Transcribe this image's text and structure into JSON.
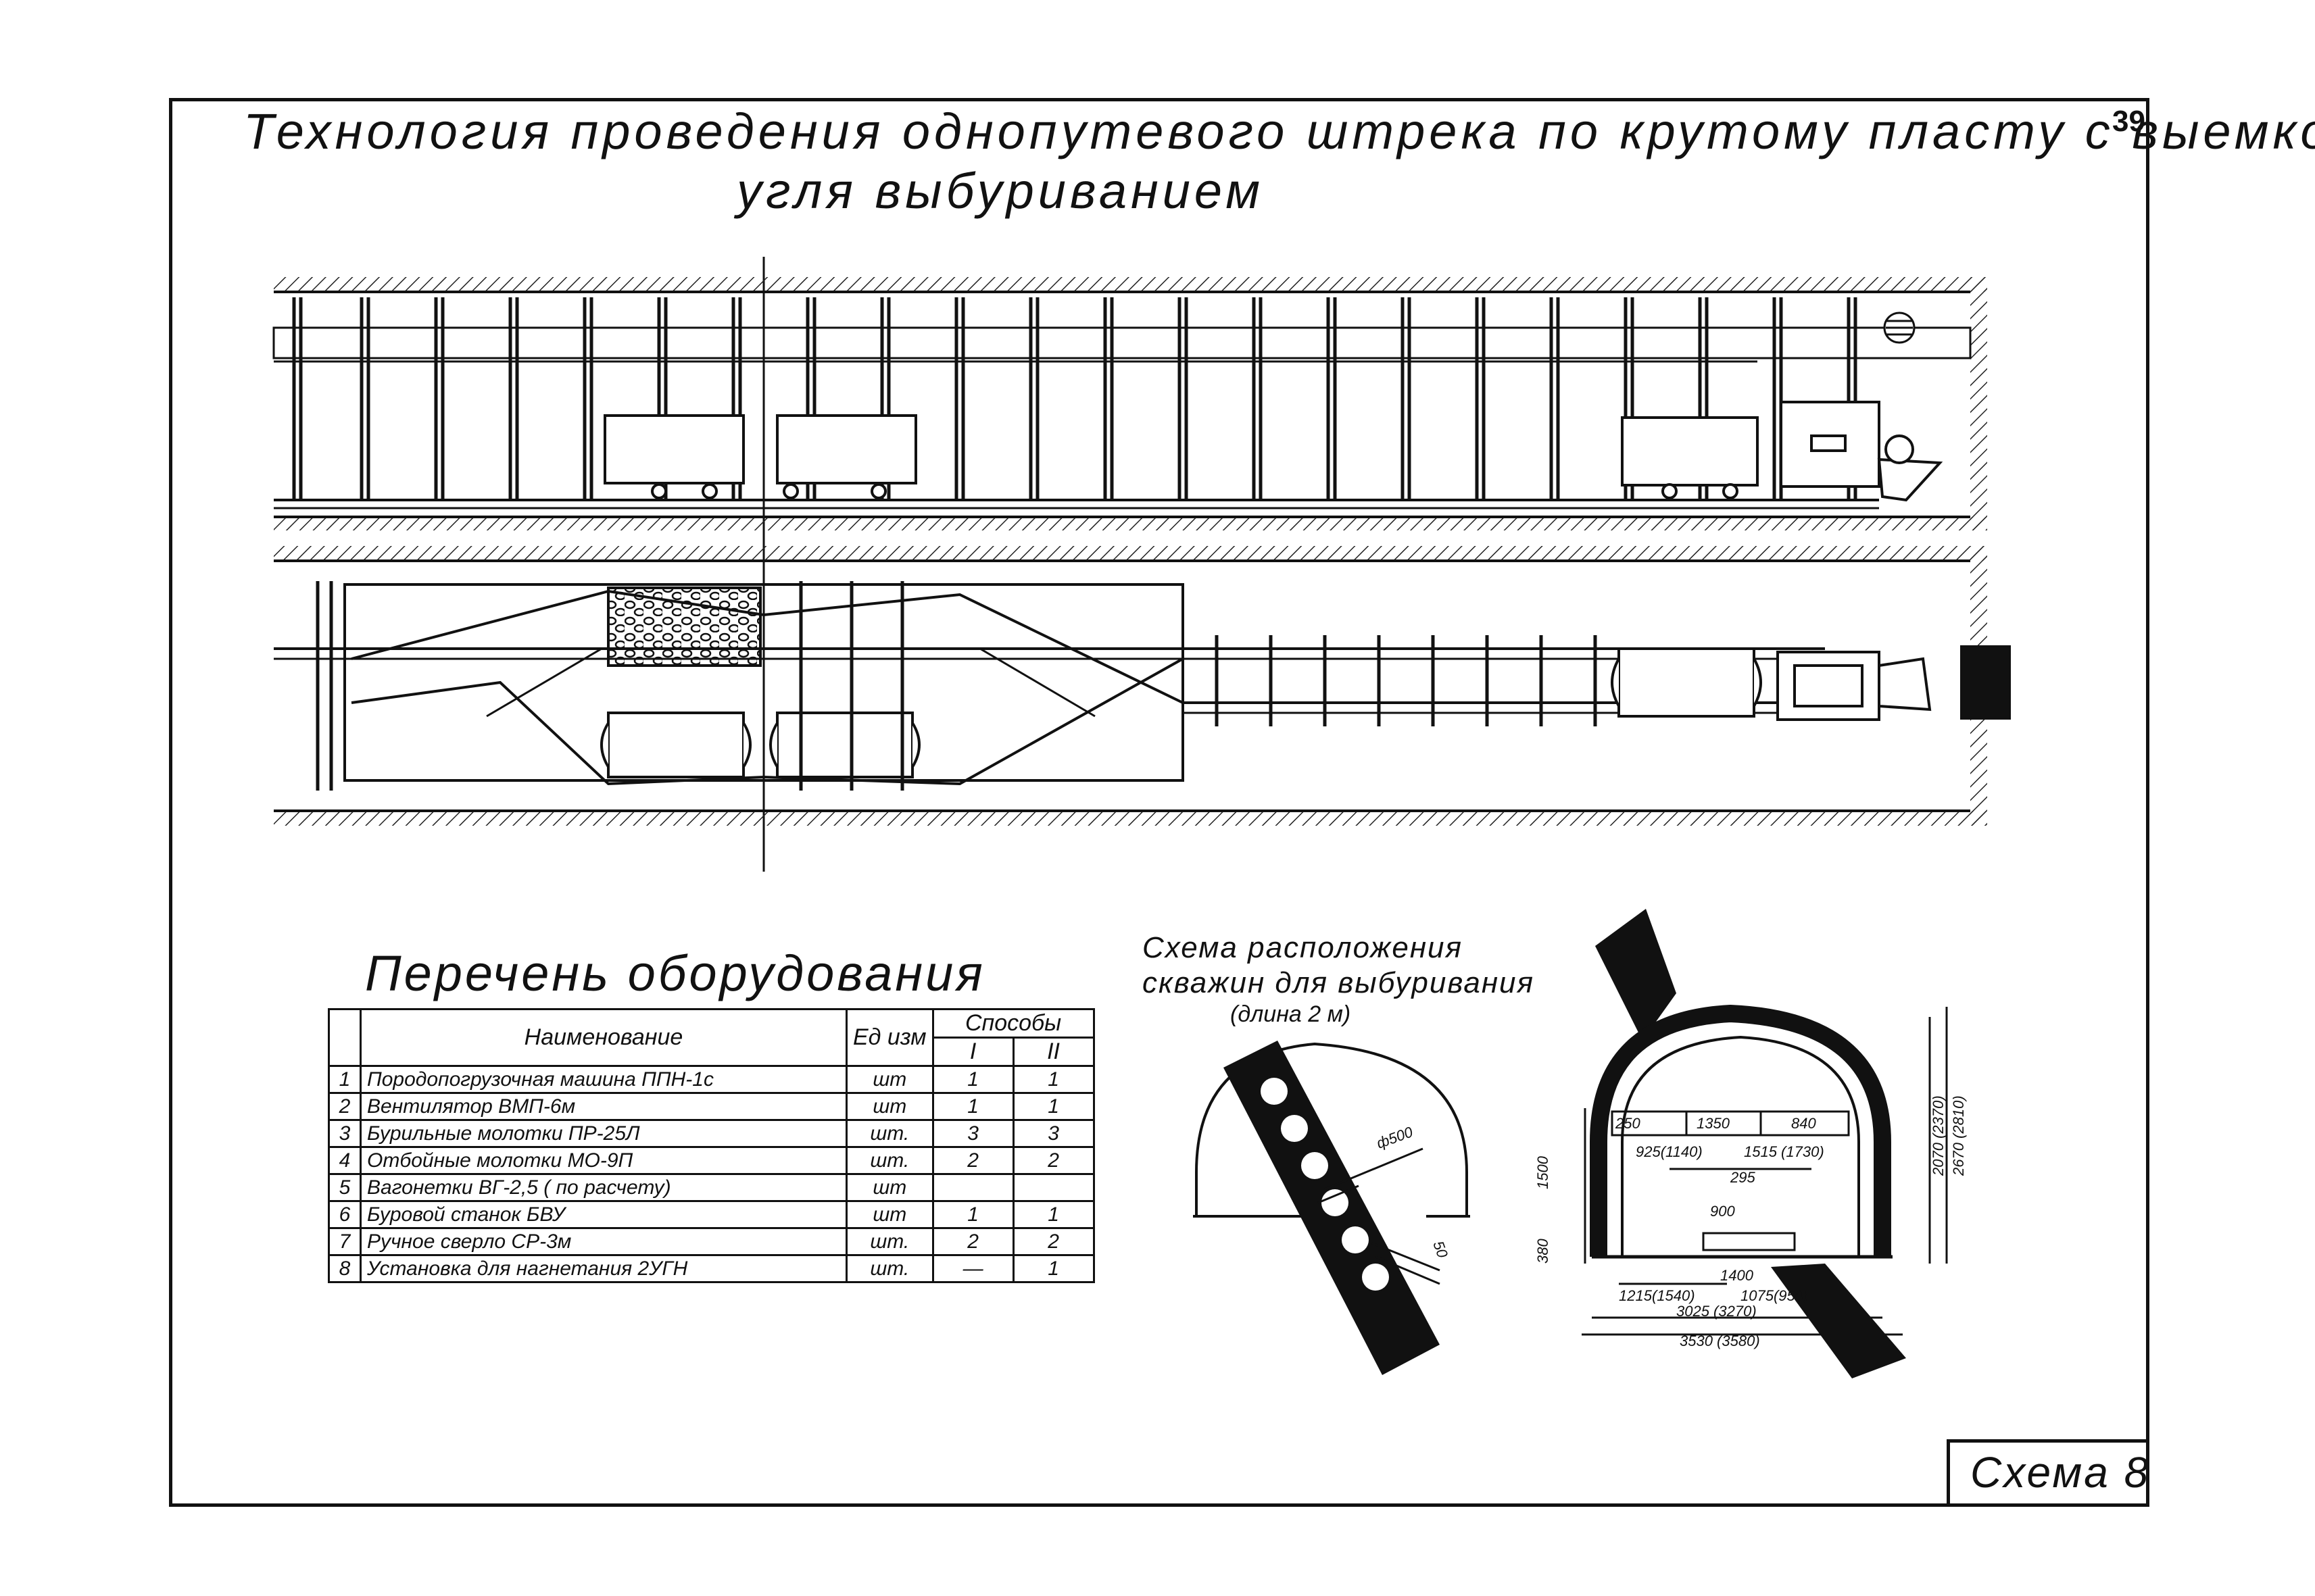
{
  "header": {
    "title_line1": "Технология проведения однопутевого штрека по крутому пласту с выемкой",
    "title_line2": "угля выбуриванием",
    "page_number": "39"
  },
  "equipment": {
    "title": "Перечень оборудования",
    "col_name": "Наименование",
    "col_unit": "Ед изм",
    "col_methods": "Способы",
    "col_m1": "I",
    "col_m2": "II",
    "rows": [
      {
        "n": "1",
        "name": "Породопогрузочная машина ППН-1с",
        "unit": "шт",
        "m1": "1",
        "m2": "1"
      },
      {
        "n": "2",
        "name": "Вентилятор ВМП-6м",
        "unit": "шт",
        "m1": "1",
        "m2": "1"
      },
      {
        "n": "3",
        "name": "Бурильные молотки ПР-25Л",
        "unit": "шт.",
        "m1": "3",
        "m2": "3"
      },
      {
        "n": "4",
        "name": "Отбойные молотки МО-9П",
        "unit": "шт.",
        "m1": "2",
        "m2": "2"
      },
      {
        "n": "5",
        "name": "Вагонетки ВГ-2,5 ( по расчету)",
        "unit": "шт",
        "m1": "",
        "m2": ""
      },
      {
        "n": "6",
        "name": "Буровой станок БВУ",
        "unit": "шт",
        "m1": "1",
        "m2": "1"
      },
      {
        "n": "7",
        "name": "Ручное сверло СР-3м",
        "unit": "шт.",
        "m1": "2",
        "m2": "2"
      },
      {
        "n": "8",
        "name": "Установка для нагнетания 2УГН",
        "unit": "шт.",
        "m1": "—",
        "m2": "1"
      }
    ]
  },
  "borehole_scheme": {
    "caption_line1": "Схема расположения",
    "caption_line2": "скважин для выбуривания",
    "caption_line3": "(длина 2 м)",
    "dim_diameter": "ф500",
    "dim_gap": "50"
  },
  "cross_section": {
    "d_250": "250",
    "d_1350": "1350",
    "d_840": "840",
    "d_925": "925(1140)",
    "d_1515": "1515 (1730)",
    "d_295": "295",
    "d_900": "900",
    "d_1400": "1400",
    "d_1215": "1215(1540)",
    "d_1075": "1075(950)",
    "d_3025": "3025 (3270)",
    "d_3530": "3530 (3580)",
    "d_1500": "1500",
    "d_380": "380",
    "d_2070": "2070 (2370)",
    "d_2670": "2670 (2810)"
  },
  "footer": {
    "schema_label": "Схема 8"
  }
}
